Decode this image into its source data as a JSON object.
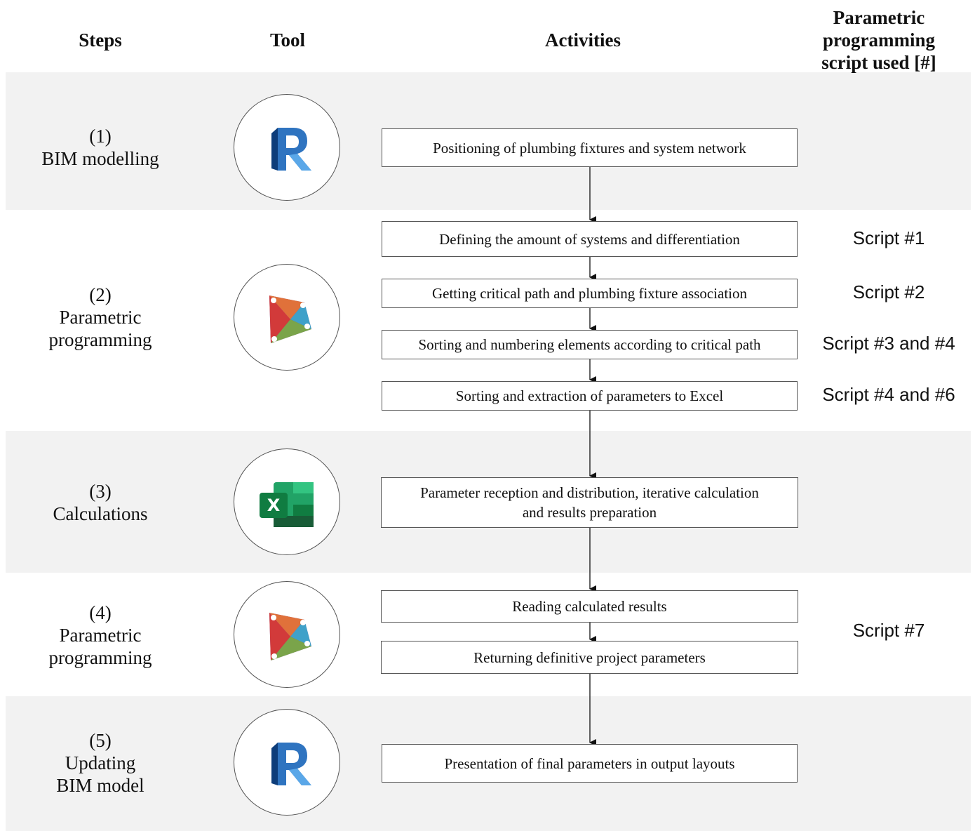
{
  "headers": {
    "steps": "Steps",
    "tool": "Tool",
    "activities": "Activities",
    "script": [
      "Parametric",
      "programming",
      "script used [#]"
    ]
  },
  "steps": [
    {
      "number": "(1)",
      "lines": [
        "BIM modelling"
      ],
      "tool_icon": "revit-icon"
    },
    {
      "number": "(2)",
      "lines": [
        "Parametric",
        "programming"
      ],
      "tool_icon": "dynamo-icon"
    },
    {
      "number": "(3)",
      "lines": [
        "Calculations"
      ],
      "tool_icon": "excel-icon"
    },
    {
      "number": "(4)",
      "lines": [
        "Parametric",
        "programming"
      ],
      "tool_icon": "dynamo-icon"
    },
    {
      "number": "(5)",
      "lines": [
        "Updating",
        "BIM model"
      ],
      "tool_icon": "revit-icon"
    }
  ],
  "activities": [
    "Positioning of plumbing fixtures and system network",
    "Defining the amount of systems and differentiation",
    "Getting critical path and plumbing fixture association",
    "Sorting and numbering elements according to critical path",
    "Sorting and extraction of parameters to Excel",
    "Parameter reception and distribution, iterative calculation",
    "and results preparation",
    "Reading calculated results",
    "Returning definitive project parameters",
    "Presentation of final parameters in output layouts"
  ],
  "scripts": [
    "Script #1",
    "Script #2",
    "Script #3 and #4",
    "Script #4 and #6",
    "Script #7"
  ],
  "colors": {
    "band": "#f2f2f2",
    "revit_blue": "#1f5fa6",
    "excel_green": "#1d7044",
    "dynamo_red": "#c8343a"
  }
}
